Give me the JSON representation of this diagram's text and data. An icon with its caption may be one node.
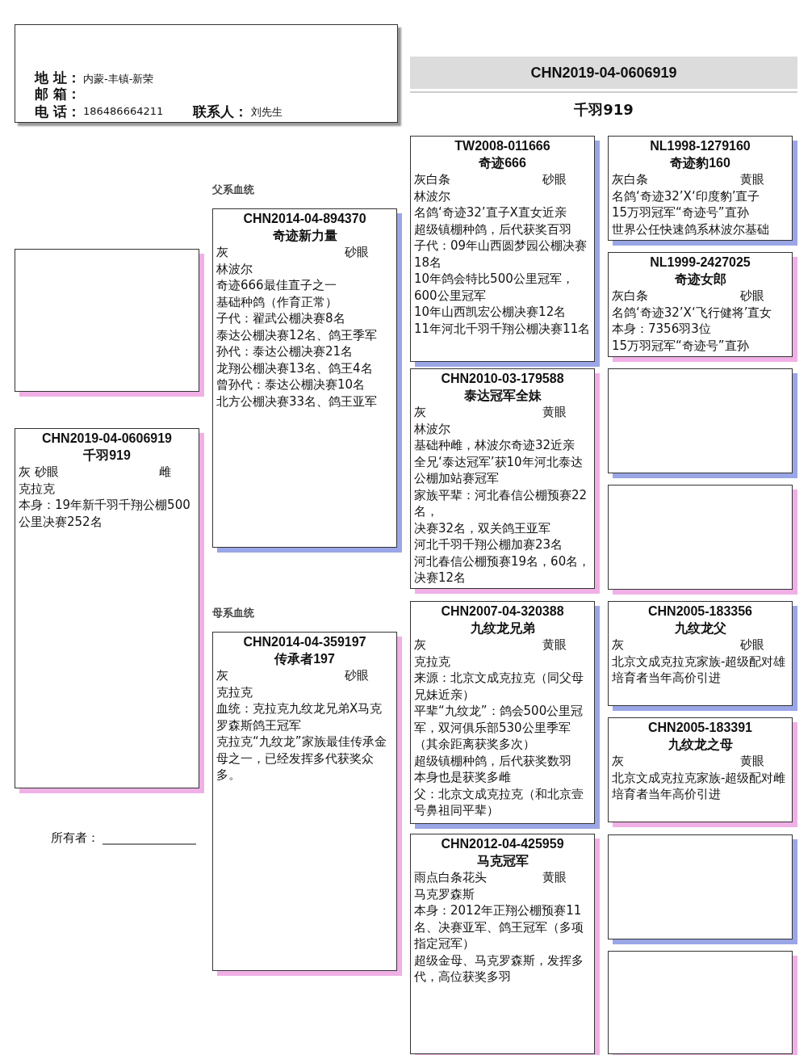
{
  "diagram": {
    "nodes": [
      {
        "text": [
          "地 址：",
          "内蒙-丰镇-新荣",
          "邮 箱：",
          "电 话：",
          "186486664211",
          "联系人：",
          "刘先生"
        ]
      },
      {
        "text": [
          "CHN2019-04-0606919"
        ]
      },
      {
        "text": [],
        "shape": "box"
      },
      {
        "text": [
          "CHN2019-04-0606919",
          "千羽919",
          "灰 砂眼 雌",
          "克拉克",
          "本身：19年新千羽千翔公棚500公里决赛252名"
        ]
      },
      {
        "text": [
          "CHN2014-04-894370",
          "奇迹新力量",
          "灰 砂眼",
          "林波尔",
          "奇迹666最佳直子之一",
          "基础种鸽（作育正常）",
          "子代：翟武公棚决赛8名",
          "泰达公棚决赛12名、鸽王季军",
          "孙代：泰达公棚决赛21名",
          "龙翔公棚决赛13名、鸽王4名",
          "曾孙代：泰达公棚决赛10名",
          "北方公棚决赛33名、鸽王亚军"
        ]
      },
      {
        "text": [
          "CHN2014-04-359197",
          "传承者197",
          "灰 砂眼",
          "克拉克",
          "血统：克拉克九纹龙兄弟X马克罗森斯鸽王冠军",
          "克拉克“九纹龙”家族最佳传承金母之一，已经发挥多代获奖众多。"
        ]
      },
      {
        "text": [
          "TW2008-011666",
          "奇迹666",
          "灰白条 砂眼",
          "林波尔",
          "名鸽‘奇迹32’直子X直女近亲",
          "超级镇棚种鸽，后代获奖百羽",
          "子代：09年山西圆梦园公棚决赛18名",
          "10年鸽会特比500公里冠军，600公里冠军",
          "10年山西凯宏公棚决赛12名",
          "11年河北千羽千翔公棚决赛11名"
        ]
      },
      {
        "text": [
          "NL1998-1279160",
          "奇迹豹160",
          "灰白条 黄眼",
          "名鸽‘奇迹32’X‘印度豹’直子",
          "15万羽冠军“奇迹号”直孙",
          "世界公任快速鸽系林波尔基础"
        ]
      },
      {
        "text": [
          "NL1999-2427025",
          "奇迹女郎",
          "灰白条 砂眼",
          "名鸽‘奇迹32’X‘飞行健将’直女",
          "本身：7356羽3位",
          "15万羽冠军“奇迹号”直孙"
        ]
      },
      {
        "text": [
          "CHN2010-03-179588",
          "泰达冠军全妹",
          "灰 黄眼",
          "林波尔",
          "基础种雌，林波尔奇迹32近亲",
          "全兄‘泰达冠军’获10年河北泰达公棚加站赛冠军",
          "家族平辈：河北春信公棚预赛22名，",
          "决赛32名，双关鸽王亚军",
          "河北千羽千翔公棚加赛23名",
          "河北春信公棚预赛19名，60名，决赛12名"
        ]
      },
      {
        "text": [],
        "shape": "box"
      },
      {
        "text": [],
        "shape": "box"
      },
      {
        "text": [
          "CHN2007-04-320388",
          "九纹龙兄弟",
          "灰 黄眼",
          "克拉克",
          "来源：北京文成克拉克（同父母兄妹近亲）",
          "平辈“九纹龙”：鸽会500公里冠军，双河俱乐部530公里季军（其余距离获奖多次）",
          "超级镇棚种鸽，后代获奖数羽",
          "本身也是获奖多雌",
          "父：北京文成克拉克（和北京壹号鼻祖同平辈）"
        ]
      },
      {
        "text": [
          "CHN2005-183356",
          "九纹龙父",
          "灰 砂眼",
          "北京文成克拉克家族-超级配对雄",
          "培育者当年高价引进"
        ]
      },
      {
        "text": [
          "CHN2005-183391",
          "九纹龙之母",
          "灰 黄眼",
          "北京文成克拉克家族-超级配对雌",
          "培育者当年高价引进"
        ]
      },
      {
        "text": [
          "CHN2012-04-425959",
          "马克冠军",
          "雨点白条花头 黄眼",
          "马克罗森斯",
          "本身：2012年正翔公棚预赛11名、决赛亚军、鸽王冠军（多项指定冠军）",
          "超级金母、马克罗森斯，发挥多代，高位获奖多羽"
        ]
      },
      {
        "text": [],
        "shape": "box"
      },
      {
        "text": [],
        "shape": "box"
      }
    ],
    "labels": [
      "千羽919",
      "父系血统",
      "母系血统",
      "所有者："
    ]
  }
}
